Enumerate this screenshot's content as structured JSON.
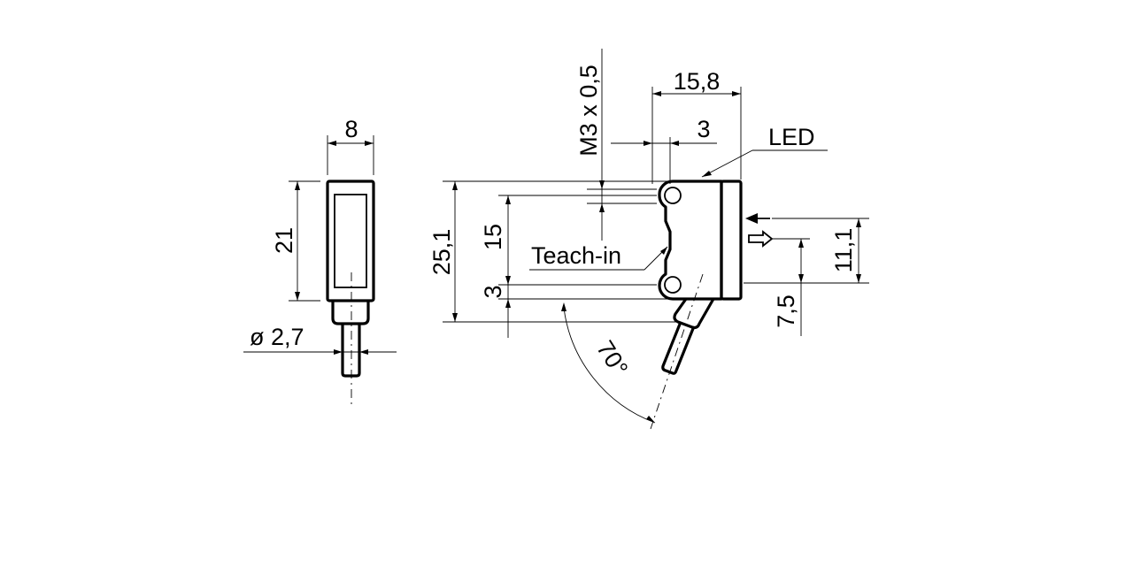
{
  "labels": {
    "width_front": "8",
    "height_front": "21",
    "cable_diameter": "ø 2,7",
    "length_top": "15,8",
    "thread": "M3 x 0,5",
    "hole_offset": "3",
    "led": "LED",
    "height_total": "25,1",
    "hole_pitch": "15",
    "teach_in": "Teach-in",
    "hole_bottom": "3",
    "cable_angle": "70°",
    "optic_axis_height": "11,1",
    "optic_axis_low": "7,5"
  },
  "symbols": {
    "emitter": "emitter-arrow-icon",
    "receiver": "receiver-arrow-icon"
  }
}
